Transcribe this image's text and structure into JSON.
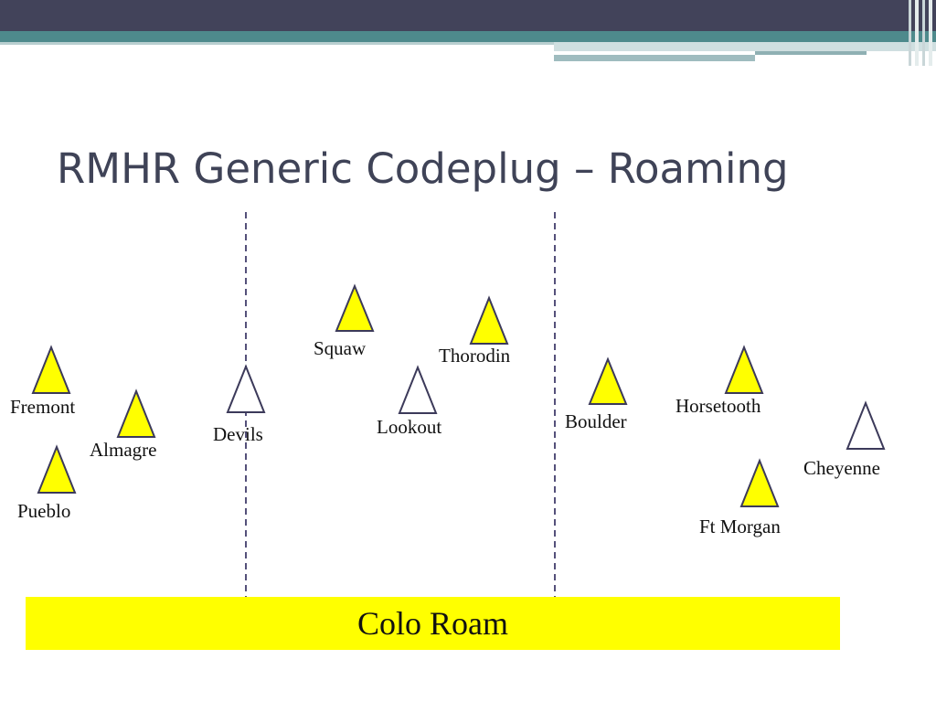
{
  "slide": {
    "title": "RMHR Generic Codeplug – Roaming"
  },
  "colors": {
    "header_dark": "#42435a",
    "header_teal": "#4e8a8c",
    "site_active_fill": "#ffff00",
    "site_inactive_fill": "#ffffff",
    "triangle_stroke": "#3c3a5a",
    "divider": "#54507a",
    "roam_bar": "#ffff00"
  },
  "sites": [
    {
      "name": "Fremont",
      "active": true
    },
    {
      "name": "Almagre",
      "active": true
    },
    {
      "name": "Pueblo",
      "active": true
    },
    {
      "name": "Devils",
      "active": false
    },
    {
      "name": "Squaw",
      "active": true
    },
    {
      "name": "Lookout",
      "active": false
    },
    {
      "name": "Thorodin",
      "active": true
    },
    {
      "name": "Boulder",
      "active": true
    },
    {
      "name": "Horsetooth",
      "active": true
    },
    {
      "name": "Ft Morgan",
      "active": true
    },
    {
      "name": "Cheyenne",
      "active": false
    }
  ],
  "roam_zone": {
    "label": "Colo Roam"
  }
}
